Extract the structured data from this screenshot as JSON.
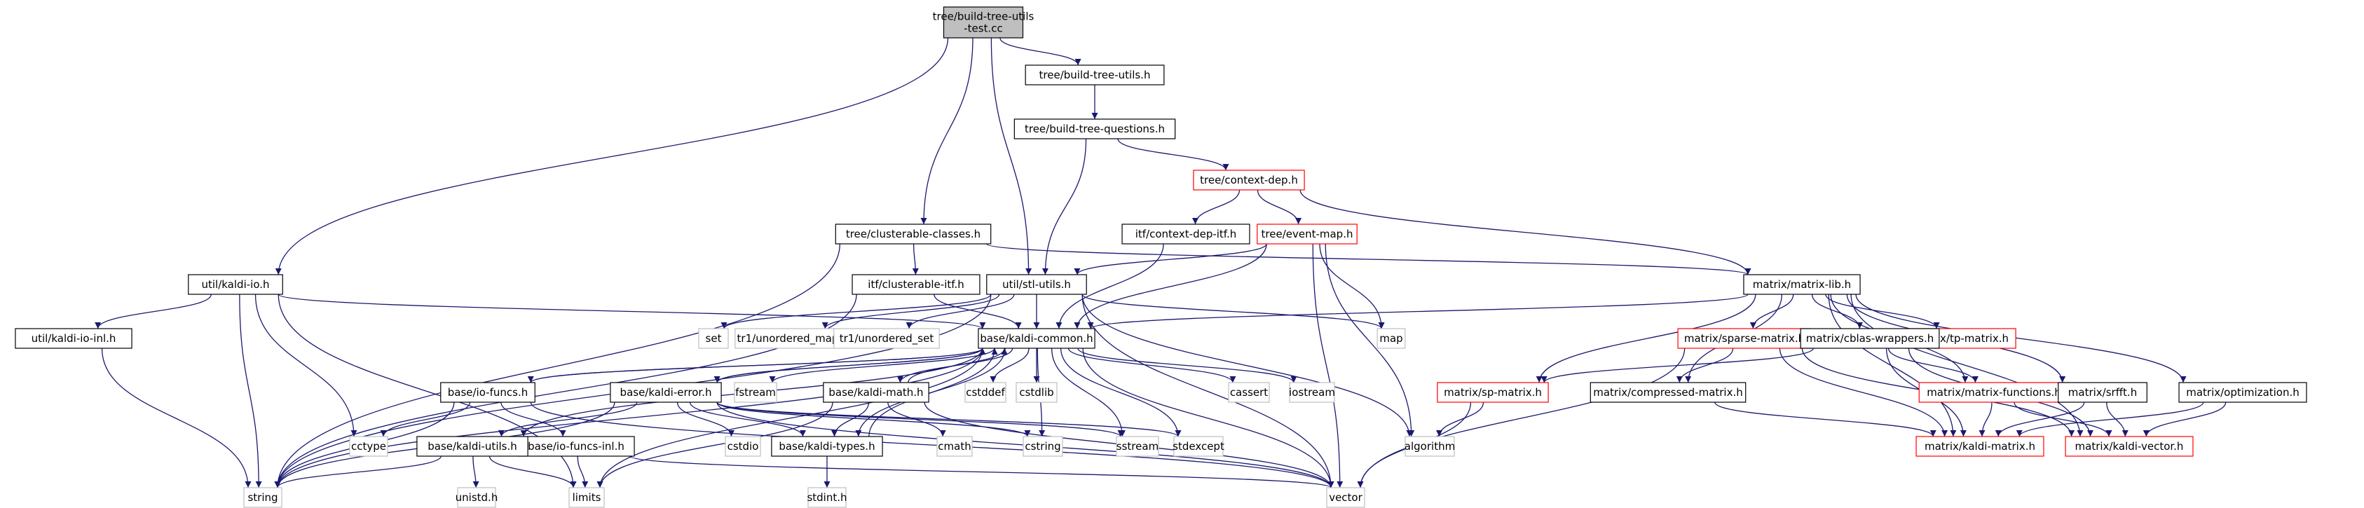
{
  "colors": {
    "edge": "#191970",
    "root_fill": "#bfbfbf",
    "node_border_black": "#000000",
    "node_border_red": "#ff0000",
    "node_border_gray": "#bfbfbf",
    "text": "#000000"
  },
  "nodes": [
    {
      "id": "root",
      "lines": [
        "tree/build-tree-utils",
        "-test.cc"
      ],
      "style": "root"
    },
    {
      "id": "btu",
      "lines": [
        "tree/build-tree-utils.h"
      ],
      "style": "black"
    },
    {
      "id": "btq",
      "lines": [
        "tree/build-tree-questions.h"
      ],
      "style": "black"
    },
    {
      "id": "ctxdep",
      "lines": [
        "tree/context-dep.h"
      ],
      "style": "red"
    },
    {
      "id": "ctxitf",
      "lines": [
        "itf/context-dep-itf.h"
      ],
      "style": "black"
    },
    {
      "id": "evmap",
      "lines": [
        "tree/event-map.h"
      ],
      "style": "red"
    },
    {
      "id": "clus",
      "lines": [
        "tree/clusterable-classes.h"
      ],
      "style": "black"
    },
    {
      "id": "clusitf",
      "lines": [
        "itf/clusterable-itf.h"
      ],
      "style": "black"
    },
    {
      "id": "kio",
      "lines": [
        "util/kaldi-io.h"
      ],
      "style": "black"
    },
    {
      "id": "kioinl",
      "lines": [
        "util/kaldi-io-inl.h"
      ],
      "style": "black"
    },
    {
      "id": "stlu",
      "lines": [
        "util/stl-utils.h"
      ],
      "style": "black"
    },
    {
      "id": "set",
      "lines": [
        "set"
      ],
      "style": "gray"
    },
    {
      "id": "umap",
      "lines": [
        "tr1/unordered_map"
      ],
      "style": "gray"
    },
    {
      "id": "uset",
      "lines": [
        "tr1/unordered_set"
      ],
      "style": "gray"
    },
    {
      "id": "kcommon",
      "lines": [
        "base/kaldi-common.h"
      ],
      "style": "black"
    },
    {
      "id": "map",
      "lines": [
        "map"
      ],
      "style": "gray"
    },
    {
      "id": "mlib",
      "lines": [
        "matrix/matrix-lib.h"
      ],
      "style": "black"
    },
    {
      "id": "tpm",
      "lines": [
        "matrix/tp-matrix.h"
      ],
      "style": "red"
    },
    {
      "id": "spm",
      "lines": [
        "matrix/sparse-matrix.h"
      ],
      "style": "red"
    },
    {
      "id": "cblas",
      "lines": [
        "matrix/cblas-wrappers.h"
      ],
      "style": "black"
    },
    {
      "id": "sp",
      "lines": [
        "matrix/sp-matrix.h"
      ],
      "style": "red"
    },
    {
      "id": "cmpm",
      "lines": [
        "matrix/compressed-matrix.h"
      ],
      "style": "black"
    },
    {
      "id": "mfun",
      "lines": [
        "matrix/matrix-functions.h"
      ],
      "style": "red"
    },
    {
      "id": "srfft",
      "lines": [
        "matrix/srfft.h"
      ],
      "style": "black"
    },
    {
      "id": "opt",
      "lines": [
        "matrix/optimization.h"
      ],
      "style": "black"
    },
    {
      "id": "kmat",
      "lines": [
        "matrix/kaldi-matrix.h"
      ],
      "style": "red"
    },
    {
      "id": "kvec",
      "lines": [
        "matrix/kaldi-vector.h"
      ],
      "style": "red"
    },
    {
      "id": "iofuncs",
      "lines": [
        "base/io-funcs.h"
      ],
      "style": "black"
    },
    {
      "id": "kerr",
      "lines": [
        "base/kaldi-error.h"
      ],
      "style": "black"
    },
    {
      "id": "fstream",
      "lines": [
        "fstream"
      ],
      "style": "gray"
    },
    {
      "id": "kmath",
      "lines": [
        "base/kaldi-math.h"
      ],
      "style": "black"
    },
    {
      "id": "cstddef",
      "lines": [
        "cstddef"
      ],
      "style": "gray"
    },
    {
      "id": "cstdlib",
      "lines": [
        "cstdlib"
      ],
      "style": "gray"
    },
    {
      "id": "cassert",
      "lines": [
        "cassert"
      ],
      "style": "gray"
    },
    {
      "id": "iostream",
      "lines": [
        "iostream"
      ],
      "style": "gray"
    },
    {
      "id": "cctype",
      "lines": [
        "cctype"
      ],
      "style": "gray"
    },
    {
      "id": "iofuncsinl",
      "lines": [
        "base/io-funcs-inl.h"
      ],
      "style": "black"
    },
    {
      "id": "kutils",
      "lines": [
        "base/kaldi-utils.h"
      ],
      "style": "black"
    },
    {
      "id": "cstdio",
      "lines": [
        "cstdio"
      ],
      "style": "gray"
    },
    {
      "id": "ktypes",
      "lines": [
        "base/kaldi-types.h"
      ],
      "style": "black"
    },
    {
      "id": "cmath",
      "lines": [
        "cmath"
      ],
      "style": "gray"
    },
    {
      "id": "cstring",
      "lines": [
        "cstring"
      ],
      "style": "gray"
    },
    {
      "id": "sstream",
      "lines": [
        "sstream"
      ],
      "style": "gray"
    },
    {
      "id": "stdexcept",
      "lines": [
        "stdexcept"
      ],
      "style": "gray"
    },
    {
      "id": "algorithm",
      "lines": [
        "algorithm"
      ],
      "style": "gray"
    },
    {
      "id": "string",
      "lines": [
        "string"
      ],
      "style": "gray"
    },
    {
      "id": "unistd",
      "lines": [
        "unistd.h"
      ],
      "style": "gray"
    },
    {
      "id": "limits",
      "lines": [
        "limits"
      ],
      "style": "gray"
    },
    {
      "id": "stdint",
      "lines": [
        "stdint.h"
      ],
      "style": "gray"
    },
    {
      "id": "vector",
      "lines": [
        "vector"
      ],
      "style": "gray"
    }
  ],
  "edges": [
    [
      "root",
      "btu"
    ],
    [
      "root",
      "clus"
    ],
    [
      "root",
      "kio"
    ],
    [
      "root",
      "stlu"
    ],
    [
      "btu",
      "btq"
    ],
    [
      "btq",
      "ctxdep"
    ],
    [
      "btq",
      "stlu"
    ],
    [
      "ctxdep",
      "ctxitf"
    ],
    [
      "ctxdep",
      "evmap"
    ],
    [
      "ctxdep",
      "mlib"
    ],
    [
      "ctxitf",
      "kcommon"
    ],
    [
      "evmap",
      "stlu"
    ],
    [
      "evmap",
      "kcommon"
    ],
    [
      "evmap",
      "map"
    ],
    [
      "evmap",
      "algorithm"
    ],
    [
      "evmap",
      "vector"
    ],
    [
      "clus",
      "clusitf"
    ],
    [
      "clus",
      "mlib"
    ],
    [
      "clus",
      "string"
    ],
    [
      "clusitf",
      "kcommon"
    ],
    [
      "clusitf",
      "string"
    ],
    [
      "kio",
      "kioinl"
    ],
    [
      "kio",
      "kcommon"
    ],
    [
      "kio",
      "cctype"
    ],
    [
      "kio",
      "limits"
    ],
    [
      "kio",
      "string"
    ],
    [
      "kioinl",
      "string"
    ],
    [
      "stlu",
      "set"
    ],
    [
      "stlu",
      "umap"
    ],
    [
      "stlu",
      "uset"
    ],
    [
      "stlu",
      "kcommon"
    ],
    [
      "stlu",
      "map"
    ],
    [
      "stlu",
      "algorithm"
    ],
    [
      "stlu",
      "string"
    ],
    [
      "stlu",
      "vector"
    ],
    [
      "mlib",
      "kcommon"
    ],
    [
      "mlib",
      "tpm"
    ],
    [
      "mlib",
      "spm"
    ],
    [
      "mlib",
      "cblas"
    ],
    [
      "mlib",
      "sp"
    ],
    [
      "mlib",
      "cmpm"
    ],
    [
      "mlib",
      "mfun"
    ],
    [
      "mlib",
      "srfft"
    ],
    [
      "mlib",
      "opt"
    ],
    [
      "mlib",
      "kmat"
    ],
    [
      "mlib",
      "kvec"
    ],
    [
      "spm",
      "cmpm"
    ],
    [
      "spm",
      "kmat"
    ],
    [
      "spm",
      "kvec"
    ],
    [
      "spm",
      "vector"
    ],
    [
      "cblas",
      "kmat"
    ],
    [
      "cblas",
      "kvec"
    ],
    [
      "cblas",
      "mfun"
    ],
    [
      "cblas",
      "sp"
    ],
    [
      "sp",
      "algorithm"
    ],
    [
      "sp",
      "vector"
    ],
    [
      "cmpm",
      "kmat"
    ],
    [
      "mfun",
      "kmat"
    ],
    [
      "mfun",
      "kvec"
    ],
    [
      "srfft",
      "kmat"
    ],
    [
      "srfft",
      "kvec"
    ],
    [
      "opt",
      "kvec"
    ],
    [
      "opt",
      "kmat"
    ],
    [
      "kcommon",
      "iofuncs"
    ],
    [
      "kcommon",
      "kerr"
    ],
    [
      "kcommon",
      "fstream"
    ],
    [
      "kcommon",
      "kmath"
    ],
    [
      "kcommon",
      "cstddef"
    ],
    [
      "kcommon",
      "cstdlib"
    ],
    [
      "kcommon",
      "cassert"
    ],
    [
      "kcommon",
      "iostream"
    ],
    [
      "kcommon",
      "kutils"
    ],
    [
      "kcommon",
      "ktypes"
    ],
    [
      "kcommon",
      "cstring"
    ],
    [
      "kcommon",
      "sstream"
    ],
    [
      "kcommon",
      "stdexcept"
    ],
    [
      "kcommon",
      "string"
    ],
    [
      "kcommon",
      "vector"
    ],
    [
      "kcommon",
      "limits"
    ],
    [
      "iofuncs",
      "cctype"
    ],
    [
      "iofuncs",
      "iofuncsinl"
    ],
    [
      "iofuncs",
      "string"
    ],
    [
      "iofuncs",
      "vector"
    ],
    [
      "iofuncs",
      "kcommon"
    ],
    [
      "iofuncsinl",
      "limits"
    ],
    [
      "iofuncsinl",
      "vector"
    ],
    [
      "kerr",
      "kcommon"
    ],
    [
      "kerr",
      "cstdio"
    ],
    [
      "kerr",
      "ktypes"
    ],
    [
      "kerr",
      "kutils"
    ],
    [
      "kerr",
      "cstring"
    ],
    [
      "kerr",
      "sstream"
    ],
    [
      "kerr",
      "stdexcept"
    ],
    [
      "kerr",
      "string"
    ],
    [
      "kerr",
      "vector"
    ],
    [
      "kmath",
      "kcommon"
    ],
    [
      "kmath",
      "ktypes"
    ],
    [
      "kmath",
      "cmath"
    ],
    [
      "kmath",
      "limits"
    ],
    [
      "kmath",
      "vector"
    ],
    [
      "kutils",
      "unistd"
    ],
    [
      "kutils",
      "limits"
    ],
    [
      "kutils",
      "string"
    ],
    [
      "ktypes",
      "kcommon"
    ],
    [
      "ktypes",
      "stdint"
    ]
  ]
}
